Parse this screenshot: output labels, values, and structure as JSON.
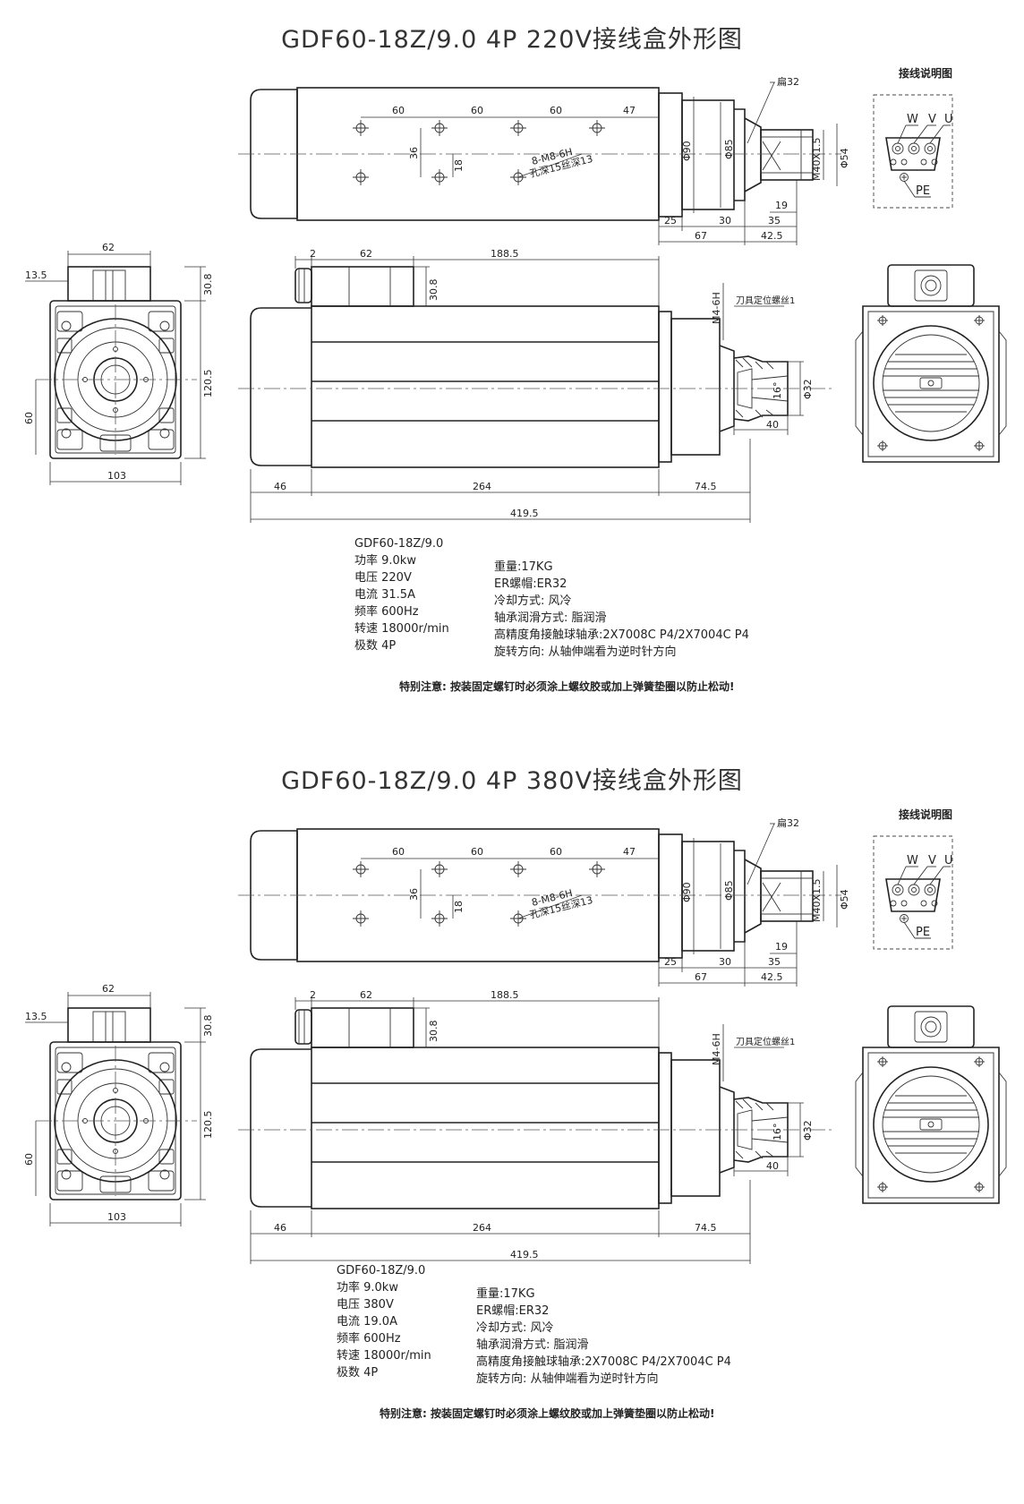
{
  "sheets": [
    {
      "title": "GDF60-18Z/9.0 4P 220V接线盒外形图",
      "wiring_title": "接线说明图",
      "wiring": {
        "w": "W",
        "v": "V",
        "u": "U",
        "pe": "PE"
      },
      "model": "GDF60-18Z/9.0",
      "specs_left": [
        "功率 9.0kw",
        "电压 220V",
        "电流 31.5A",
        "频率 600Hz",
        "转速 18000r/min",
        "极数 4P"
      ],
      "specs_right": [
        "重量:17KG",
        "ER螺帽:ER32",
        "冷却方式: 风冷",
        "轴承润滑方式: 脂润滑",
        "高精度角接触球轴承:2X7008C P4/2X7004C P4",
        "旋转方向: 从轴伸端看为逆时针方向"
      ],
      "note": "特别注意: 按装固定螺钉时必须涂上螺纹胶或加上弹簧垫圈以防止松动!"
    },
    {
      "title": "GDF60-18Z/9.0 4P 380V接线盒外形图",
      "wiring_title": "接线说明图",
      "wiring": {
        "w": "W",
        "v": "V",
        "u": "U",
        "pe": "PE"
      },
      "model": "GDF60-18Z/9.0",
      "specs_left": [
        "功率 9.0kw",
        "电压 380V",
        "电流 19.0A",
        "频率 600Hz",
        "转速 18000r/min",
        "极数 4P"
      ],
      "specs_right": [
        "重量:17KG",
        "ER螺帽:ER32",
        "冷却方式: 风冷",
        "轴承润滑方式: 脂润滑",
        "高精度角接触球轴承:2X7008C P4/2X7004C P4",
        "旋转方向: 从轴伸端看为逆时针方向"
      ],
      "note": "特别注意: 按装固定螺钉时必须涂上螺纹胶或加上弹簧垫圈以防止松动!"
    }
  ],
  "dims": {
    "top": {
      "d60": "60",
      "d47": "47",
      "d36": "36",
      "d18": "18",
      "thread": "8-M8-6H",
      "depth": "孔深15丝深13",
      "flat": "扁32",
      "d90": "Φ90",
      "d85": "Φ85",
      "m40": "M40X1.5",
      "d54": "Φ54",
      "d19": "19",
      "d25": "25",
      "d30": "30",
      "d35": "35",
      "d67": "67",
      "d425": "42.5"
    },
    "side": {
      "d2": "2",
      "d62": "62",
      "d1885": "188.5",
      "d308": "30.8",
      "m4": "M4-6H",
      "screw": "刀具定位螺丝1",
      "d16": "16°",
      "d32": "Φ32",
      "d40": "40",
      "d46": "46",
      "d264": "264",
      "d745": "74.5",
      "d4195": "419.5"
    },
    "front": {
      "d62": "62",
      "d135": "13.5",
      "d308": "30.8",
      "d1205": "120.5",
      "d60": "60",
      "d103": "103"
    }
  }
}
